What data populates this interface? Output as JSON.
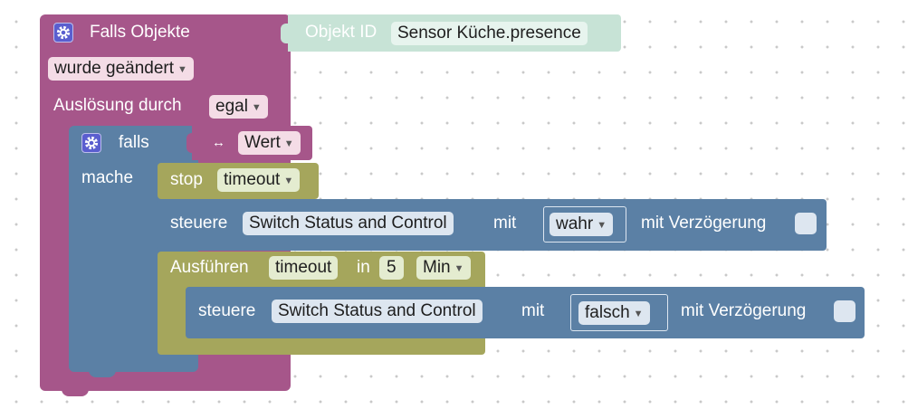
{
  "event_block": {
    "title": "Falls Objekte",
    "trigger_value": "wurde geändert",
    "trigger_by_label": "Auslösung durch",
    "trigger_by_value": "egal",
    "color": "#a6568a"
  },
  "object_id_block": {
    "label": "Objekt ID",
    "value": "Sensor Küche.presence",
    "color": "#c7e3d6"
  },
  "if_block": {
    "if_label": "falls",
    "do_label": "mache",
    "color": "#5b80a5"
  },
  "condition_block": {
    "symbol": "↔",
    "value": "Wert",
    "color": "#a6568a"
  },
  "stop_block": {
    "label": "stop",
    "value": "timeout",
    "color": "#a5a65c"
  },
  "control_block_1": {
    "label": "steuere",
    "target": "Switch Status and Control",
    "with_label": "mit",
    "value": "wahr",
    "delay_label": "mit Verzögerung",
    "color": "#5b80a5"
  },
  "timeout_block": {
    "label": "Ausführen",
    "name": "timeout",
    "in_label": "in",
    "amount": "5",
    "unit": "Min",
    "color": "#a5a65c"
  },
  "control_block_2": {
    "label": "steuere",
    "target": "Switch Status and Control",
    "with_label": "mit",
    "value": "falsch",
    "delay_label": "mit Verzögerung",
    "color": "#5b80a5"
  }
}
